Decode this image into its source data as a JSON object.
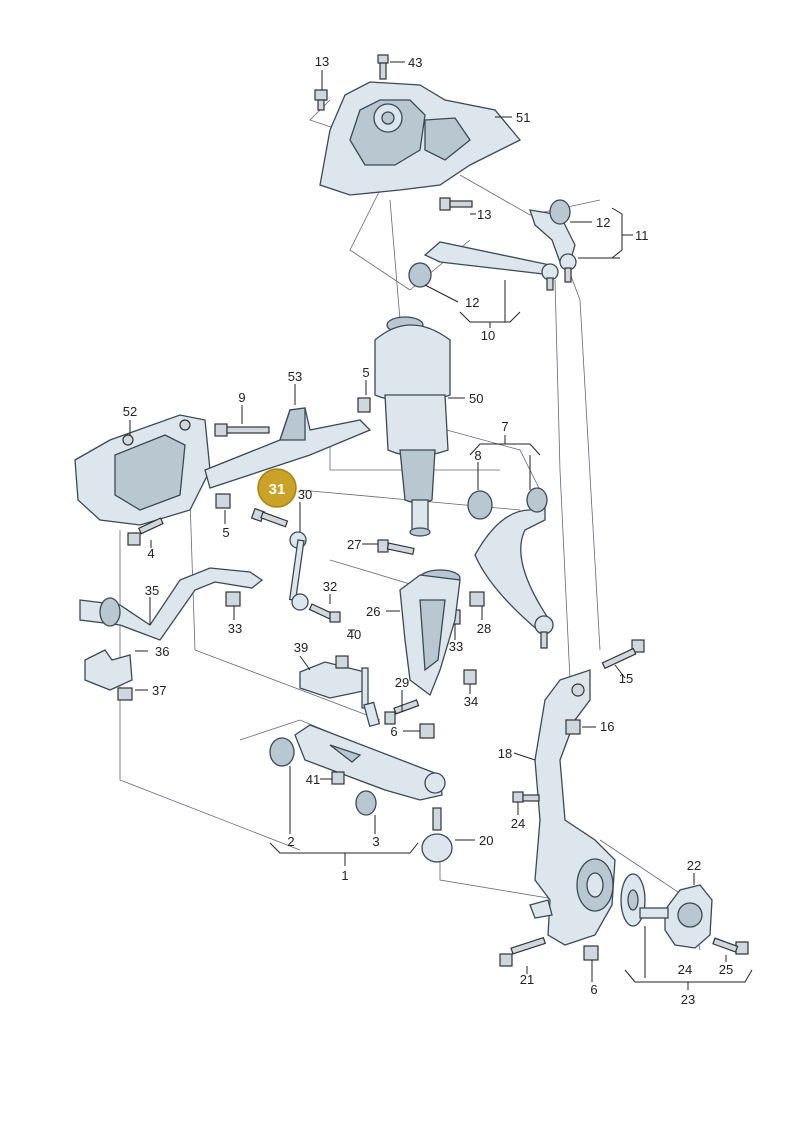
{
  "highlight": {
    "label": "31",
    "color": "#c9a227"
  },
  "colors": {
    "part_fill": "#dde6ec",
    "part_stroke": "#3a4a55",
    "guide": "#667788"
  },
  "callouts": {
    "c13a": "13",
    "c43": "43",
    "c51": "51",
    "c13b": "13",
    "c12a": "12",
    "c11": "11",
    "c12b": "12",
    "c10": "10",
    "c53": "53",
    "c5a": "5",
    "c50": "50",
    "c52": "52",
    "c9": "9",
    "c7": "7",
    "c8": "8",
    "c30": "30",
    "c5b": "5",
    "c4": "4",
    "c27": "27",
    "c35": "35",
    "c32": "32",
    "c26": "26",
    "c33a": "33",
    "c28": "28",
    "c40": "40",
    "c33b": "33",
    "c36": "36",
    "c39": "39",
    "c15": "15",
    "c37": "37",
    "c29": "29",
    "c34": "34",
    "c6a": "6",
    "c16": "16",
    "c18": "18",
    "c41": "41",
    "c24a": "24",
    "c20": "20",
    "c2": "2",
    "c3": "3",
    "c1": "1",
    "c22": "22",
    "c21": "21",
    "c24b": "24",
    "c25": "25",
    "c6b": "6",
    "c23": "23"
  }
}
